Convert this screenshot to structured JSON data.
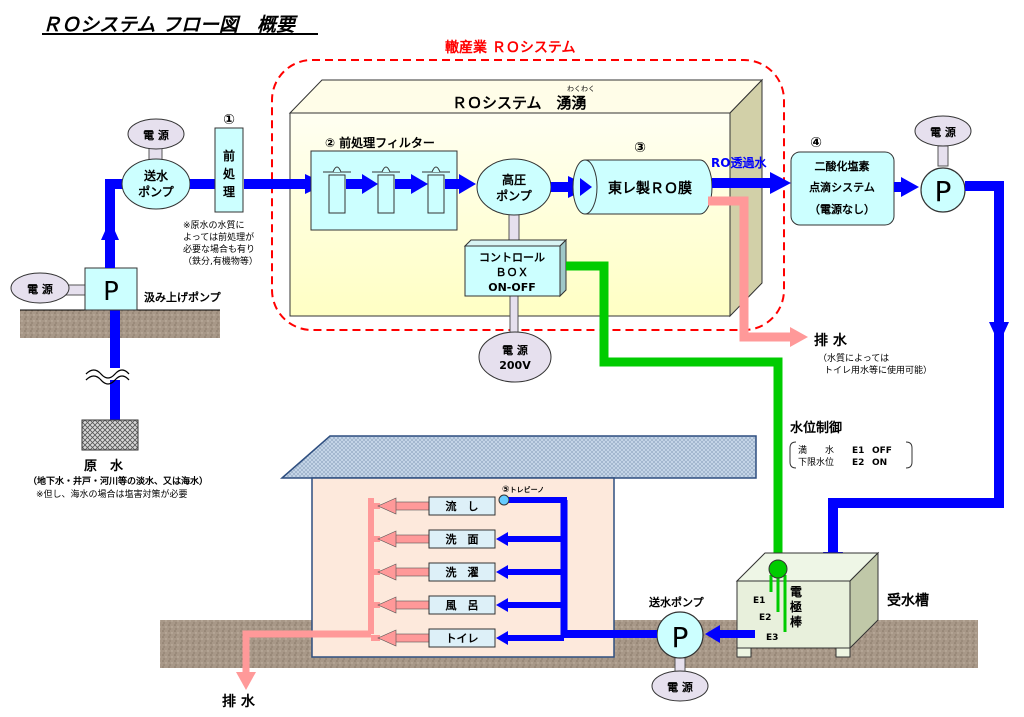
{
  "title": "ＲＯシステム フロー図　概要",
  "system_group_label": "轍産業 ＲＯシステム",
  "ro_box": {
    "title": "ＲＯシステム　湧湧",
    "ruby": "わくわく"
  },
  "source": {
    "label": "原　水",
    "note1": "（地下水・井戸・河川等の淡水、又は海水）",
    "note2": "※但し、海水の場合は塩害対策が必要"
  },
  "lift_pump": {
    "symbol": "P",
    "label": "汲み上げポンプ",
    "power": "電 源"
  },
  "feed_pump": {
    "line1": "送水",
    "line2": "ポンプ",
    "power": "電 源"
  },
  "pretreat": {
    "number": "①",
    "chars": [
      "前",
      "処",
      "理"
    ],
    "note": [
      "※原水の水質に",
      "よっては前処理が",
      "必要な場合も有り",
      "（鉄分,有機物等）"
    ]
  },
  "filter": {
    "number": "②",
    "label": "前処理フィルター"
  },
  "hp_pump": {
    "line1": "高圧",
    "line2": "ポンプ"
  },
  "membrane": {
    "number": "③",
    "label": "東レ製ＲＯ膜"
  },
  "control_box": {
    "line1": "コントロール",
    "line2": "ＢＯＸ",
    "line3": "ON-OFF"
  },
  "power200": {
    "line1": "電 源",
    "line2": "200V"
  },
  "permeate_label": "RO透過水",
  "chlorine": {
    "number": "④",
    "line1": "二酸化塩素",
    "line2": "点滴システム",
    "line3": "（電源なし）"
  },
  "booster_pump": {
    "symbol": "P",
    "power": "電 源"
  },
  "drain_top": {
    "label": "排 水",
    "note1": "（水質によっては",
    "note2": "トイレ用水等に使用可能）"
  },
  "level_control": {
    "title": "水位制御",
    "rows": [
      {
        "name": "満　　水",
        "electrode": "E1",
        "state": "OFF"
      },
      {
        "name": "下限水位",
        "electrode": "E2",
        "state": "ON"
      }
    ]
  },
  "tank": {
    "label": "受水槽",
    "electrode_label": "電極棒",
    "electrodes": [
      "E1",
      "E2",
      "E3"
    ]
  },
  "delivery_pump": {
    "label": "送水ポンプ",
    "symbol": "P",
    "power": "電 源"
  },
  "house": {
    "faucet_number": "⑤",
    "faucet_label": "トレビーノ",
    "fixtures": [
      "流　し",
      "洗　面",
      "洗　濯",
      "風　呂",
      "トイレ"
    ]
  },
  "drain_bottom": {
    "label": "排 水"
  },
  "colors": {
    "water": "#0000ff",
    "drain": "#ff9999",
    "signal": "#00cc00",
    "box_fill": "#ccffff",
    "power_fill": "#e6e0ee",
    "ro_fill": "#ffffcc",
    "group_border": "#ff0000",
    "ground": "#a39282"
  }
}
